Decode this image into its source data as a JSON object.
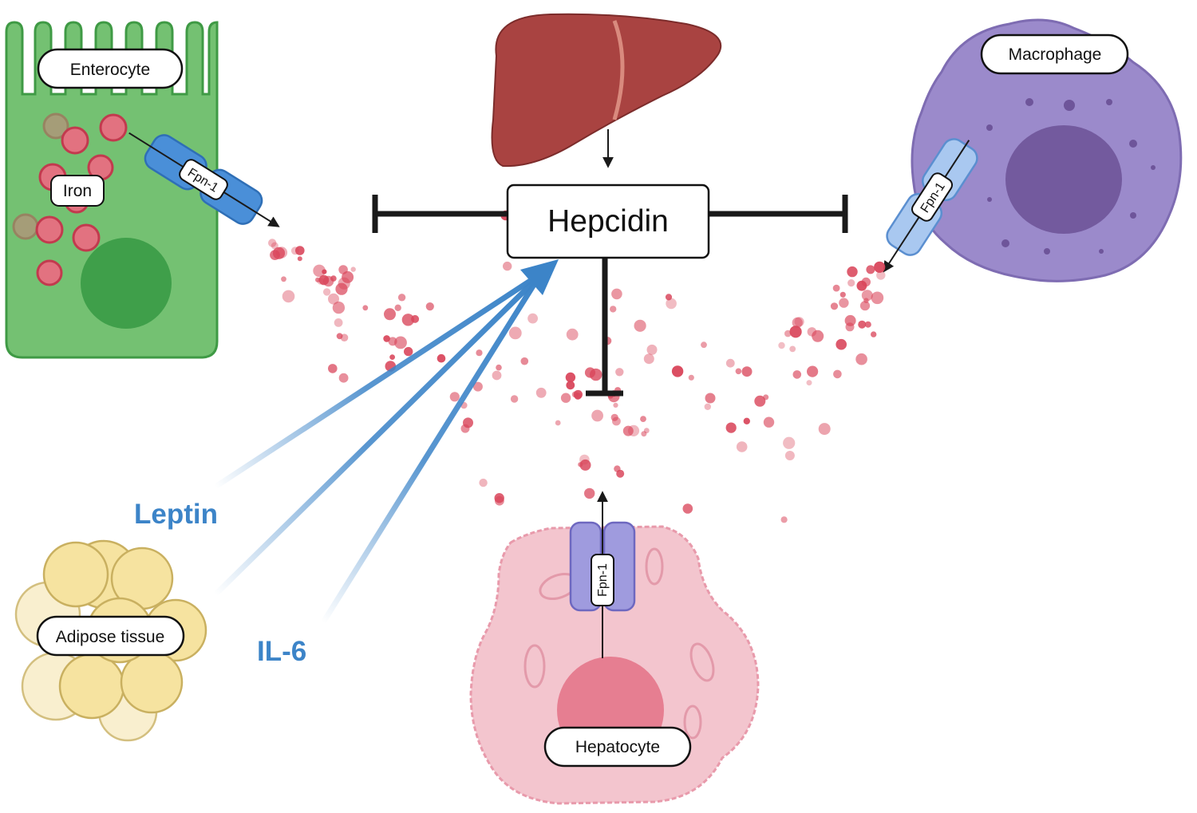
{
  "labels": {
    "enterocyte": "Enterocyte",
    "iron": "Iron",
    "hepcidin": "Hepcidin",
    "macrophage": "Macrophage",
    "hepatocyte": "Hepatocyte",
    "adipose_tissue": "Adipose tissue",
    "leptin": "Leptin",
    "il6": "IL-6",
    "fpn_enterocyte": "Fpn-1",
    "fpn_macrophage": "Fpn-1",
    "fpn_hepatocyte": "Fpn-1"
  },
  "colors": {
    "enterocyte_fill": "#74c172",
    "enterocyte_stroke": "#3f9a45",
    "enterocyte_nucleus": "#3f9f4a",
    "iron_particle": "#d9455a",
    "iron_particle_fill": "#e27280",
    "fpn_blue": "#4a8fd8",
    "fpn_light_blue": "#a9c8f0",
    "fpn_purple": "#9f9bde",
    "liver": "#a94341",
    "macrophage_fill": "#9b8acb",
    "macrophage_nucleus": "#735a9e",
    "hepatocyte_fill": "#f3c5ce",
    "hepatocyte_nucleus": "#e67e91",
    "adipose_fill": "#f6e3a0",
    "signal_blue": "#3c84c8",
    "inhibition_black": "#1a1a1a"
  }
}
